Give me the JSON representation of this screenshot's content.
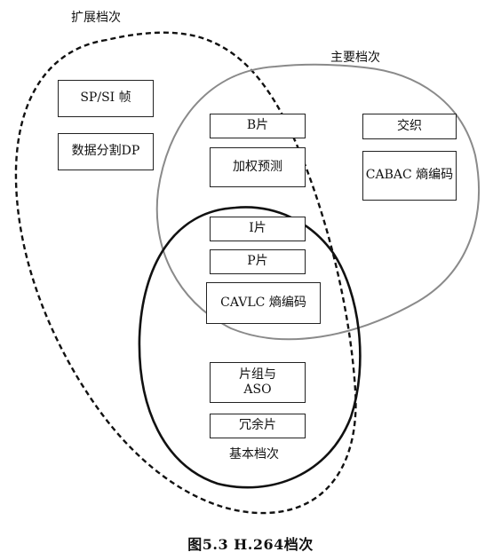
{
  "profiles": {
    "extended": "扩展档次",
    "main": "主要档次",
    "baseline": "基本档次"
  },
  "features": {
    "sp_si": "SP/SI 帧",
    "data_partition": "数据分割DP",
    "b_slice": "B片",
    "weighted_prediction": "加权预测",
    "interlace": "交织",
    "cabac": "CABAC 熵编码",
    "i_slice": "I片",
    "p_slice": "P片",
    "cavlc": "CAVLC 熵编码",
    "slice_group_line1": "片组与",
    "slice_group_line2": "ASO",
    "redundant_slice": "冗余片"
  },
  "caption": "图5.3    H.264档次",
  "colors": {
    "extended_outline": "#111111",
    "main_outline": "#8a8a8a",
    "baseline_outline": "#111111",
    "box_border": "#222222"
  }
}
